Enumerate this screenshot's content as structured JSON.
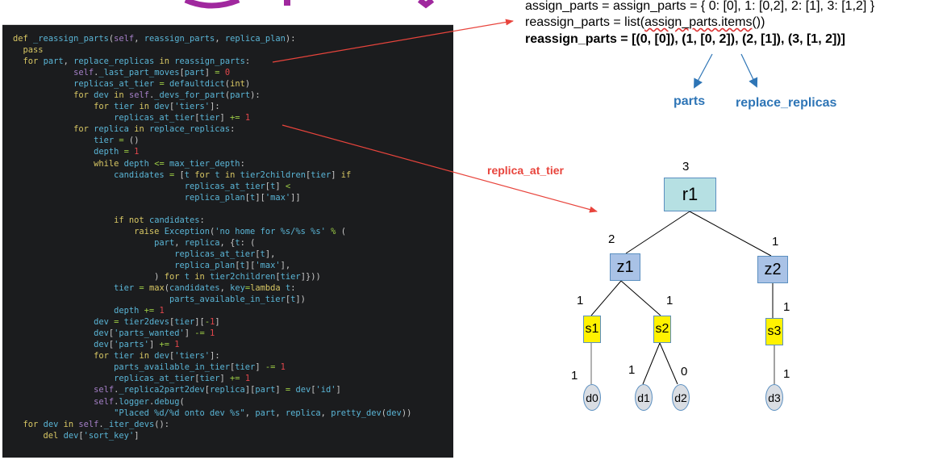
{
  "title_fragment": "_ _ _ g _ _ p _ _ _ ( )",
  "code": {
    "lines": [
      "def _reassign_parts(self, reassign_parts, replica_plan):",
      "  pass",
      "  for part, replace_replicas in reassign_parts:",
      "            self._last_part_moves[part] = 0",
      "            replicas_at_tier = defaultdict(int)",
      "            for dev in self._devs_for_part(part):",
      "                for tier in dev['tiers']:",
      "                    replicas_at_tier[tier] += 1",
      "            for replica in replace_replicas:",
      "                tier = ()",
      "                depth = 1",
      "                while depth <= max_tier_depth:",
      "                    candidates = [t for t in tier2children[tier] if",
      "                                  replicas_at_tier[t] <",
      "                                  replica_plan[t]['max']]",
      "",
      "                    if not candidates:",
      "                        raise Exception('no home for %s/%s %s' % (",
      "                            part, replica, {t: (",
      "                                replicas_at_tier[t],",
      "                                replica_plan[t]['max'],",
      "                            ) for t in tier2children[tier]}))",
      "                    tier = max(candidates, key=lambda t:",
      "                               parts_available_in_tier[t])",
      "                    depth += 1",
      "                dev = tier2devs[tier][-1]",
      "                dev['parts_wanted'] -= 1",
      "                dev['parts'] += 1",
      "                for tier in dev['tiers']:",
      "                    parts_available_in_tier[tier] -= 1",
      "                    replicas_at_tier[tier] += 1",
      "                self._replica2part2dev[replica][part] = dev['id']",
      "                self.logger.debug(",
      "                    \"Placed %d/%d onto dev %s\", part, replica, pretty_dev(dev))",
      "  for dev in self._iter_devs():",
      "      del dev['sort_key']"
    ]
  },
  "annotations": {
    "assign_line": "assign_parts = assign_parts = { 0: [0], 1: [0,2], 2: [1], 3: [1,2] }",
    "reassign_line_prefix": "reassign_parts = list(",
    "reassign_line_squiggle": "assign_parts.items",
    "reassign_line_suffix": "())",
    "reassign_value_line": "reassign_parts = [(0, [0]), (1, [0, 2]), (2, [1]), (3, [1, 2])]",
    "parts_label": "parts",
    "replace_replicas_label": "replace_replicas",
    "replica_at_tier_label": "replica_at_tier"
  },
  "colors": {
    "arrow_red": "#e8443c",
    "arrow_blue": "#2e75b6",
    "title_purple": "#a0289e",
    "code_bg": "#1b1c1e"
  },
  "tree": {
    "root": {
      "label": "r1",
      "count": "3"
    },
    "zones": [
      {
        "label": "z1",
        "count": "2"
      },
      {
        "label": "z2",
        "count": "1"
      }
    ],
    "servers": [
      {
        "label": "s1",
        "count": "1"
      },
      {
        "label": "s2",
        "count": "1"
      },
      {
        "label": "s3",
        "count": "1"
      }
    ],
    "devices": [
      {
        "label": "d0",
        "count": "1"
      },
      {
        "label": "d1",
        "count": "1"
      },
      {
        "label": "d2",
        "count": "0"
      },
      {
        "label": "d3",
        "count": "1"
      }
    ]
  }
}
